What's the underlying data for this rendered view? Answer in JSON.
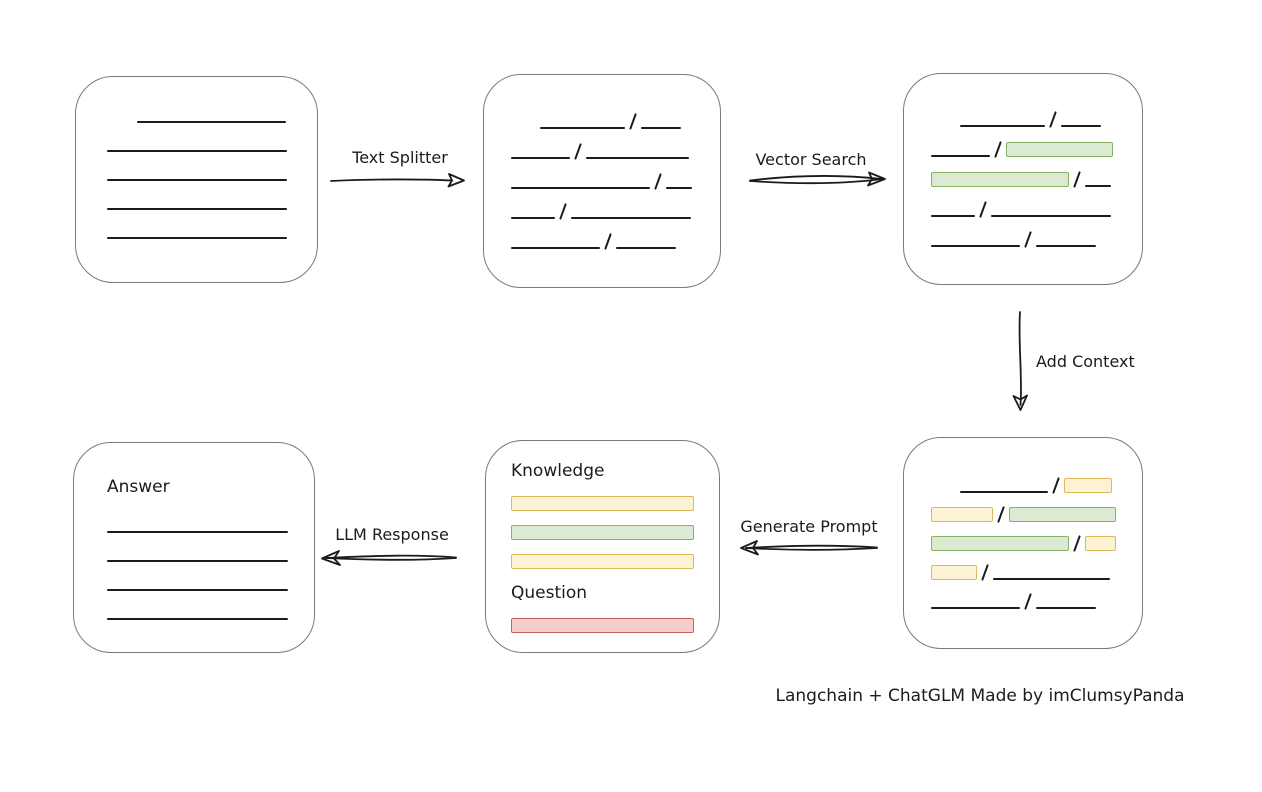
{
  "colors": {
    "background": "#ffffff",
    "ink": "#1b1b1b",
    "box_border": "#7a7a7a",
    "green_fill": "#dcead2",
    "green_border": "#85b263",
    "yellow_fill": "#fdf3d4",
    "yellow_border": "#dcb95c",
    "red_fill": "#f5cdca",
    "red_border": "#c4615c"
  },
  "labels": {
    "text_splitter": "Text Splitter",
    "vector_search": "Vector Search",
    "add_context": "Add Context",
    "generate_prompt": "Generate Prompt",
    "llm_response": "LLM Response"
  },
  "footer": "Langchain + ChatGLM Made by imClumsyPanda",
  "boxes": {
    "document": {
      "rows": [
        {
          "segments": [
            {
              "t": "gap",
              "w": 30
            },
            {
              "t": "line",
              "w": 149
            }
          ]
        },
        {
          "segments": [
            {
              "t": "line",
              "w": 180
            }
          ]
        },
        {
          "segments": [
            {
              "t": "line",
              "w": 180
            }
          ]
        },
        {
          "segments": [
            {
              "t": "line",
              "w": 180
            }
          ]
        },
        {
          "segments": [
            {
              "t": "line",
              "w": 180
            }
          ]
        }
      ]
    },
    "chunks": {
      "rows": [
        {
          "segments": [
            {
              "t": "gap",
              "w": 29
            },
            {
              "t": "line",
              "w": 85
            },
            {
              "t": "slash"
            },
            {
              "t": "line",
              "w": 40
            }
          ]
        },
        {
          "segments": [
            {
              "t": "line",
              "w": 59
            },
            {
              "t": "slash"
            },
            {
              "t": "line",
              "w": 103
            }
          ]
        },
        {
          "segments": [
            {
              "t": "line",
              "w": 139
            },
            {
              "t": "slash"
            },
            {
              "t": "line",
              "w": 26
            }
          ]
        },
        {
          "segments": [
            {
              "t": "line",
              "w": 44
            },
            {
              "t": "slash"
            },
            {
              "t": "line",
              "w": 120
            }
          ]
        },
        {
          "segments": [
            {
              "t": "line",
              "w": 89
            },
            {
              "t": "slash"
            },
            {
              "t": "line",
              "w": 60
            }
          ]
        }
      ]
    },
    "search_results": {
      "rows": [
        {
          "segments": [
            {
              "t": "gap",
              "w": 29
            },
            {
              "t": "line",
              "w": 85
            },
            {
              "t": "slash"
            },
            {
              "t": "line",
              "w": 40
            }
          ]
        },
        {
          "segments": [
            {
              "t": "line",
              "w": 59
            },
            {
              "t": "slash"
            },
            {
              "t": "bar",
              "c": "green",
              "w": 107
            }
          ]
        },
        {
          "segments": [
            {
              "t": "bar",
              "c": "green",
              "w": 138
            },
            {
              "t": "slash"
            },
            {
              "t": "line",
              "w": 26
            }
          ]
        },
        {
          "segments": [
            {
              "t": "line",
              "w": 44
            },
            {
              "t": "slash"
            },
            {
              "t": "line",
              "w": 120
            }
          ]
        },
        {
          "segments": [
            {
              "t": "line",
              "w": 89
            },
            {
              "t": "slash"
            },
            {
              "t": "line",
              "w": 60
            }
          ]
        }
      ]
    },
    "context": {
      "rows": [
        {
          "segments": [
            {
              "t": "gap",
              "w": 29
            },
            {
              "t": "line",
              "w": 88
            },
            {
              "t": "slash"
            },
            {
              "t": "bar",
              "c": "yellow",
              "w": 48
            }
          ]
        },
        {
          "segments": [
            {
              "t": "bar",
              "c": "yellow",
              "w": 62
            },
            {
              "t": "slash"
            },
            {
              "t": "bar",
              "c": "green",
              "w": 107
            }
          ]
        },
        {
          "segments": [
            {
              "t": "bar",
              "c": "green",
              "w": 138
            },
            {
              "t": "slash"
            },
            {
              "t": "bar",
              "c": "yellow",
              "w": 31
            }
          ]
        },
        {
          "segments": [
            {
              "t": "bar",
              "c": "yellow",
              "w": 46
            },
            {
              "t": "slash"
            },
            {
              "t": "line",
              "w": 117
            }
          ]
        },
        {
          "segments": [
            {
              "t": "line",
              "w": 89
            },
            {
              "t": "slash"
            },
            {
              "t": "line",
              "w": 60
            }
          ]
        }
      ]
    },
    "prompt": {
      "rows": [
        {
          "segments": [
            {
              "t": "text",
              "v": "Knowledge"
            }
          ]
        },
        {
          "segments": [
            {
              "t": "bar",
              "c": "yellow",
              "w": 183
            }
          ]
        },
        {
          "segments": [
            {
              "t": "bar",
              "c": "green",
              "w": 183
            }
          ]
        },
        {
          "segments": [
            {
              "t": "bar",
              "c": "yellow",
              "w": 183
            }
          ]
        },
        {
          "segments": [
            {
              "t": "text",
              "v": "Question"
            }
          ]
        },
        {
          "segments": [
            {
              "t": "bar",
              "c": "red",
              "w": 183
            }
          ]
        }
      ]
    },
    "answer": {
      "rows": [
        {
          "segments": [
            {
              "t": "text",
              "v": "Answer"
            }
          ]
        },
        {
          "segments": [
            {
              "t": "line",
              "w": 181
            }
          ]
        },
        {
          "segments": [
            {
              "t": "line",
              "w": 181
            }
          ]
        },
        {
          "segments": [
            {
              "t": "line",
              "w": 181
            }
          ]
        },
        {
          "segments": [
            {
              "t": "line",
              "w": 181
            }
          ]
        }
      ]
    }
  }
}
